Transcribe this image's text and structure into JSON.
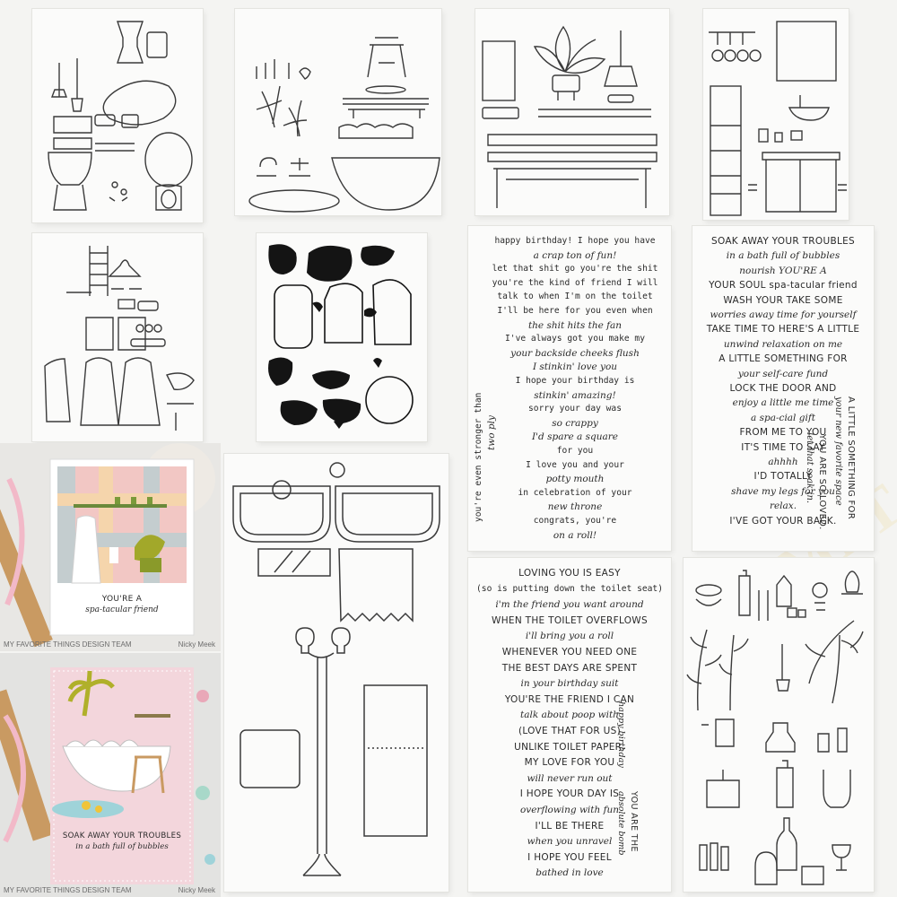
{
  "photos": {
    "card1": {
      "greeting_caps": "YOU'RE A",
      "greeting_script": "spa-tacular friend",
      "credit_left": "MY FAVORITE THINGS DESIGN TEAM",
      "credit_right": "Nicky Meek"
    },
    "card2": {
      "greeting_caps": "SOAK AWAY YOUR TROUBLES",
      "greeting_script": "in a bath full of bubbles",
      "credit_left": "MY FAVORITE THINGS DESIGN TEAM",
      "credit_right": "Nicky Meek"
    }
  },
  "stamps_funny": [
    {
      "style": "mono",
      "text": "happy birthday! I hope you have"
    },
    {
      "style": "script",
      "text": "a crap ton of fun!"
    },
    {
      "style": "mono",
      "text": "let that shit go   you're the shit"
    },
    {
      "style": "mono",
      "text": "you're the kind of friend I will"
    },
    {
      "style": "mono",
      "text": "talk to when I'm on the toilet"
    },
    {
      "style": "mono",
      "text": "I'll be here for you even when"
    },
    {
      "style": "script",
      "text": "the shit hits the fan"
    },
    {
      "style": "mono",
      "text": "I've always got        you make my"
    },
    {
      "style": "script",
      "text": "your backside        cheeks flush"
    },
    {
      "style": "script",
      "text": "I stinkin' love you"
    },
    {
      "style": "mono",
      "text": "I hope your birthday is"
    },
    {
      "style": "script",
      "text": "stinkin' amazing!"
    },
    {
      "style": "mono",
      "text": "sorry your day was"
    },
    {
      "style": "script",
      "text": "so crappy"
    },
    {
      "style": "script",
      "text": "I'd spare a square"
    },
    {
      "style": "mono",
      "text": "for you"
    },
    {
      "style": "mono",
      "text": "I love you and your"
    },
    {
      "style": "script",
      "text": "potty mouth"
    },
    {
      "style": "mono",
      "text": "in celebration of your"
    },
    {
      "style": "script",
      "text": "new throne"
    },
    {
      "style": "mono",
      "text": "congrats, you're"
    },
    {
      "style": "script",
      "text": "on a roll!"
    }
  ],
  "stamps_funny_vertical": "you're even stronger than",
  "stamps_funny_vertical_script": "two ply",
  "stamps_spa": [
    {
      "style": "caps",
      "text": "SOAK AWAY YOUR TROUBLES"
    },
    {
      "style": "script",
      "text": "in a bath full of bubbles"
    },
    {
      "style": "script",
      "text": "nourish                YOU'RE A"
    },
    {
      "style": "caps",
      "text": "YOUR SOUL      spa-tacular friend"
    },
    {
      "style": "caps",
      "text": "WASH YOUR        TAKE SOME"
    },
    {
      "style": "script",
      "text": "worries away     time for yourself"
    },
    {
      "style": "caps",
      "text": "TAKE TIME TO    HERE'S A LITTLE"
    },
    {
      "style": "script",
      "text": "unwind        relaxation on me"
    },
    {
      "style": "caps",
      "text": "A LITTLE SOMETHING FOR"
    },
    {
      "style": "script",
      "text": "your self-care fund"
    },
    {
      "style": "caps",
      "text": "LOCK THE DOOR AND"
    },
    {
      "style": "script",
      "text": "enjoy a little me time"
    },
    {
      "style": "script",
      "text": "a spa-cial gift"
    },
    {
      "style": "caps",
      "text": "FROM ME TO YOU"
    },
    {
      "style": "caps",
      "text": "IT'S TIME TO SAY"
    },
    {
      "style": "script",
      "text": "ahhhh"
    },
    {
      "style": "caps",
      "text": "I'D TOTALLY"
    },
    {
      "style": "script",
      "text": "shave my legs for you"
    },
    {
      "style": "script",
      "text": "relax."
    },
    {
      "style": "caps",
      "text": "I'VE GOT YOUR BACK."
    }
  ],
  "stamps_spa_vertical": [
    "A LITTLE SOMETHING FOR",
    "your new favorite space",
    "YOU ARE SO LOVED.",
    "let that soak in."
  ],
  "stamps_toilet": [
    {
      "style": "caps",
      "text": "LOVING YOU IS EASY"
    },
    {
      "style": "mono",
      "text": "(so is putting down the toilet seat)"
    },
    {
      "style": "script",
      "text": "i'm the friend you want around"
    },
    {
      "style": "caps",
      "text": "WHEN THE TOILET OVERFLOWS"
    },
    {
      "style": "script",
      "text": "i'll bring you a roll"
    },
    {
      "style": "caps",
      "text": "WHENEVER YOU NEED ONE"
    },
    {
      "style": "caps",
      "text": "THE BEST DAYS ARE SPENT"
    },
    {
      "style": "script",
      "text": "in your birthday suit"
    },
    {
      "style": "caps",
      "text": "YOU'RE THE FRIEND I CAN"
    },
    {
      "style": "script",
      "text": "talk about poop with"
    },
    {
      "style": "caps",
      "text": "(LOVE THAT FOR US)"
    },
    {
      "style": "caps",
      "text": "UNLIKE TOILET PAPER,"
    },
    {
      "style": "caps",
      "text": "MY LOVE FOR YOU"
    },
    {
      "style": "script",
      "text": "will never run out"
    },
    {
      "style": "caps",
      "text": "I HOPE YOUR DAY IS"
    },
    {
      "style": "script",
      "text": "overflowing with fun"
    },
    {
      "style": "caps",
      "text": "I'LL BE THERE"
    },
    {
      "style": "script",
      "text": "when you unravel"
    },
    {
      "style": "caps",
      "text": "I HOPE YOU FEEL"
    },
    {
      "style": "script",
      "text": "bathed in love"
    }
  ],
  "stamps_toilet_vertical": [
    "happy birthday",
    "YOU ARE THE",
    "absolute bomb"
  ],
  "watermark_text": "MFT",
  "colors": {
    "panel": "#fbfbfa",
    "line": "#3a3a3a",
    "solid": "#141414",
    "accent_green": "#8a9a2a",
    "pink": "#f3d6dc"
  }
}
